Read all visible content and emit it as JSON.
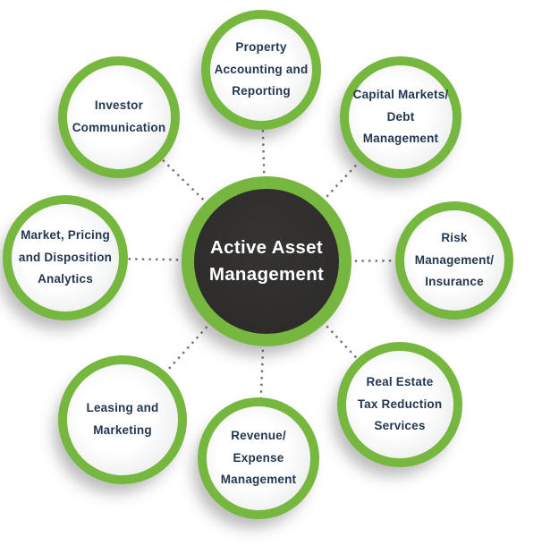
{
  "hub": {
    "label": "Active Asset\nManagement"
  },
  "satellites": [
    {
      "id": "property-accounting-reporting",
      "position": "top",
      "label": "Property\nAccounting and\nReporting"
    },
    {
      "id": "capital-markets-debt-management",
      "position": "top-right",
      "label": "Capital Markets/\nDebt Management"
    },
    {
      "id": "risk-management-insurance",
      "position": "right",
      "label": "Risk\nManagement/\nInsurance"
    },
    {
      "id": "real-estate-tax-reduction",
      "position": "bottom-right",
      "label": "Real Estate\nTax Reduction\nServices"
    },
    {
      "id": "revenue-expense-management",
      "position": "bottom",
      "label": "Revenue/\nExpense\nManagement"
    },
    {
      "id": "leasing-marketing",
      "position": "bottom-left",
      "label": "Leasing and\nMarketing"
    },
    {
      "id": "market-pricing-disposition",
      "position": "left",
      "label": "Market, Pricing\nand Disposition\nAnalytics"
    },
    {
      "id": "investor-communication",
      "position": "top-left",
      "label": "Investor\nCommunication"
    }
  ],
  "colors": {
    "ring_green": "#76b83f",
    "hub_fill": "#2d2c2b",
    "hub_text": "#ffffff",
    "satellite_text": "#233750",
    "connector_dot": "#6d6e71",
    "background": "#ffffff"
  }
}
